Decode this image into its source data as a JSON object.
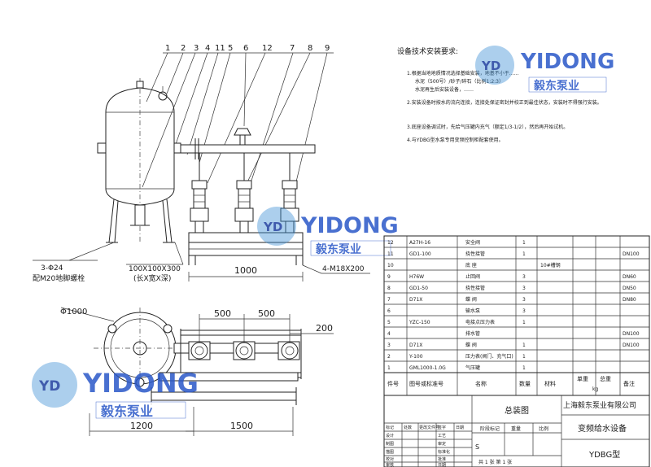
{
  "callouts": [
    "1",
    "2",
    "3",
    "4",
    "11",
    "5",
    "6",
    "12",
    "7",
    "8",
    "9"
  ],
  "dims": {
    "base_width": "1000",
    "leg_label": "3-Φ24",
    "anchor_label": "配M20地脚螺栓",
    "pad_size": "100X100X300",
    "pad_note": "(长X宽X深)",
    "bolt_label": "4-M18X200",
    "tank_dia": "Φ1000",
    "pump_spacing_1": "500",
    "pump_spacing_2": "500",
    "side_offset": "200",
    "plan_width_left": "1200",
    "plan_width_right": "1500"
  },
  "requirements": {
    "title": "设备技术安装要求:",
    "items": [
      "1.根据当地地质情况选择基础安装，地基不小于……",
      "水泥（500号）/砂子/碎石（比例1:2:3）",
      "水泥再生后安装设备，……",
      "2.安装设备时按水的流向连接，连接处保证密封并校正到最佳状态，安装时不得强行安装。",
      "3.底座设备调试时，先给气压罐内充气（额定1/3-1/2），然后再开始试机。",
      "4.与YDBG型水泵专用变频控制柜配套使用。"
    ]
  },
  "logo": {
    "brand": "YIDONG",
    "cn": "毅东泵业",
    "badge": "YD"
  },
  "bom": {
    "headers": [
      "件号",
      "图号或标准号",
      "名称",
      "数量",
      "材料",
      "单重",
      "总重",
      "备注"
    ],
    "weight_unit": "kg",
    "weight_header": "单重 总重",
    "rows": [
      {
        "no": "12",
        "code": "A27H-16",
        "name": "安全阀",
        "qty": "1",
        "mat": "",
        "note": ""
      },
      {
        "no": "11",
        "code": "GD1-100",
        "name": "挠性接管",
        "qty": "1",
        "mat": "",
        "note": "DN100"
      },
      {
        "no": "10",
        "code": "",
        "name": "底  座",
        "qty": "",
        "mat": "10#槽钢",
        "note": ""
      },
      {
        "no": "9",
        "code": "H76W",
        "name": "止回阀",
        "qty": "3",
        "mat": "",
        "note": "DN60"
      },
      {
        "no": "8",
        "code": "GD1-50",
        "name": "挠性接管",
        "qty": "3",
        "mat": "",
        "note": "DN50"
      },
      {
        "no": "7",
        "code": "D71X",
        "name": "蝶  阀",
        "qty": "3",
        "mat": "",
        "note": "DN80"
      },
      {
        "no": "6",
        "code": "",
        "name": "输水泵",
        "qty": "3",
        "mat": "",
        "note": ""
      },
      {
        "no": "5",
        "code": "YZC-150",
        "name": "电接点压力表",
        "qty": "1",
        "mat": "",
        "note": ""
      },
      {
        "no": "4",
        "code": "",
        "name": "排水管",
        "qty": "",
        "mat": "",
        "note": "DN100"
      },
      {
        "no": "3",
        "code": "D71X",
        "name": "蝶  阀",
        "qty": "1",
        "mat": "",
        "note": "DN100"
      },
      {
        "no": "2",
        "code": "Y-100",
        "name": "压力表(阀门、充气口)",
        "qty": "1",
        "mat": "",
        "note": ""
      },
      {
        "no": "1",
        "code": "GML1000-1.0G",
        "name": "气压罐",
        "qty": "1",
        "mat": "",
        "note": ""
      }
    ]
  },
  "title_block": {
    "drawing_type": "总装图",
    "company": "上海毅东泵业有限公司",
    "product": "变频给水设备",
    "model": "YDBG型",
    "stage_mark": "阶段标记",
    "weight": "重量",
    "scale": "比例",
    "s_mark": "S",
    "sheets": "共 1 张  第 1 张",
    "rev_headers": [
      "标记",
      "处数",
      "更改文件号",
      "签字",
      "日期"
    ],
    "roles": [
      "设计",
      "制图",
      "描图",
      "校对",
      "审核"
    ],
    "roles2": [
      "工艺",
      "审定",
      "标准化",
      "批准",
      "日期"
    ]
  }
}
